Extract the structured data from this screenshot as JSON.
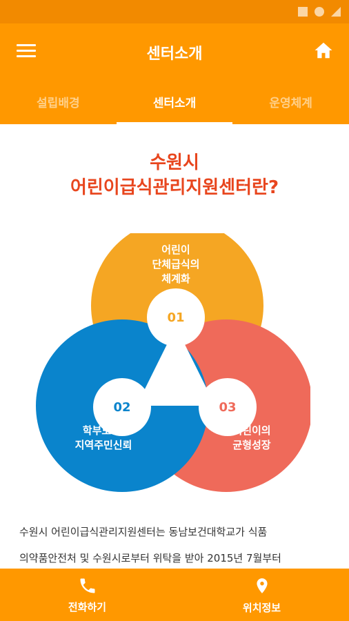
{
  "header": {
    "title": "센터소개"
  },
  "tabs": [
    {
      "label": "설립배경"
    },
    {
      "label": "센터소개"
    },
    {
      "label": "운영체계"
    }
  ],
  "headline": {
    "line1": "수원시",
    "line2": "어린이급식관리지원센터란?"
  },
  "diagram": {
    "circle1": {
      "number": "01",
      "line1": "어린이",
      "line2": "단체급식의",
      "line3": "체계화"
    },
    "circle2": {
      "number": "02",
      "line1": "학부모 및",
      "line2": "지역주민신뢰"
    },
    "circle3": {
      "number": "03",
      "line1": "어린이의",
      "line2": "균형성장"
    }
  },
  "body": {
    "line1": "수원시 어린이급식관리지원센터는 동남보건대학교가 식품",
    "line2": "의약품안전처 및 수원시로부터 위탁을 받아 2015년 7월부터"
  },
  "bottom": [
    {
      "label": "전화하기"
    },
    {
      "label": "위치정보"
    }
  ],
  "colors": {
    "primary": "#FF9800",
    "statusbar": "#F28A00",
    "accent": "#E8461E",
    "circle1": "#F5A623",
    "circle2": "#0A84CC",
    "circle3": "#EF6A5A"
  }
}
